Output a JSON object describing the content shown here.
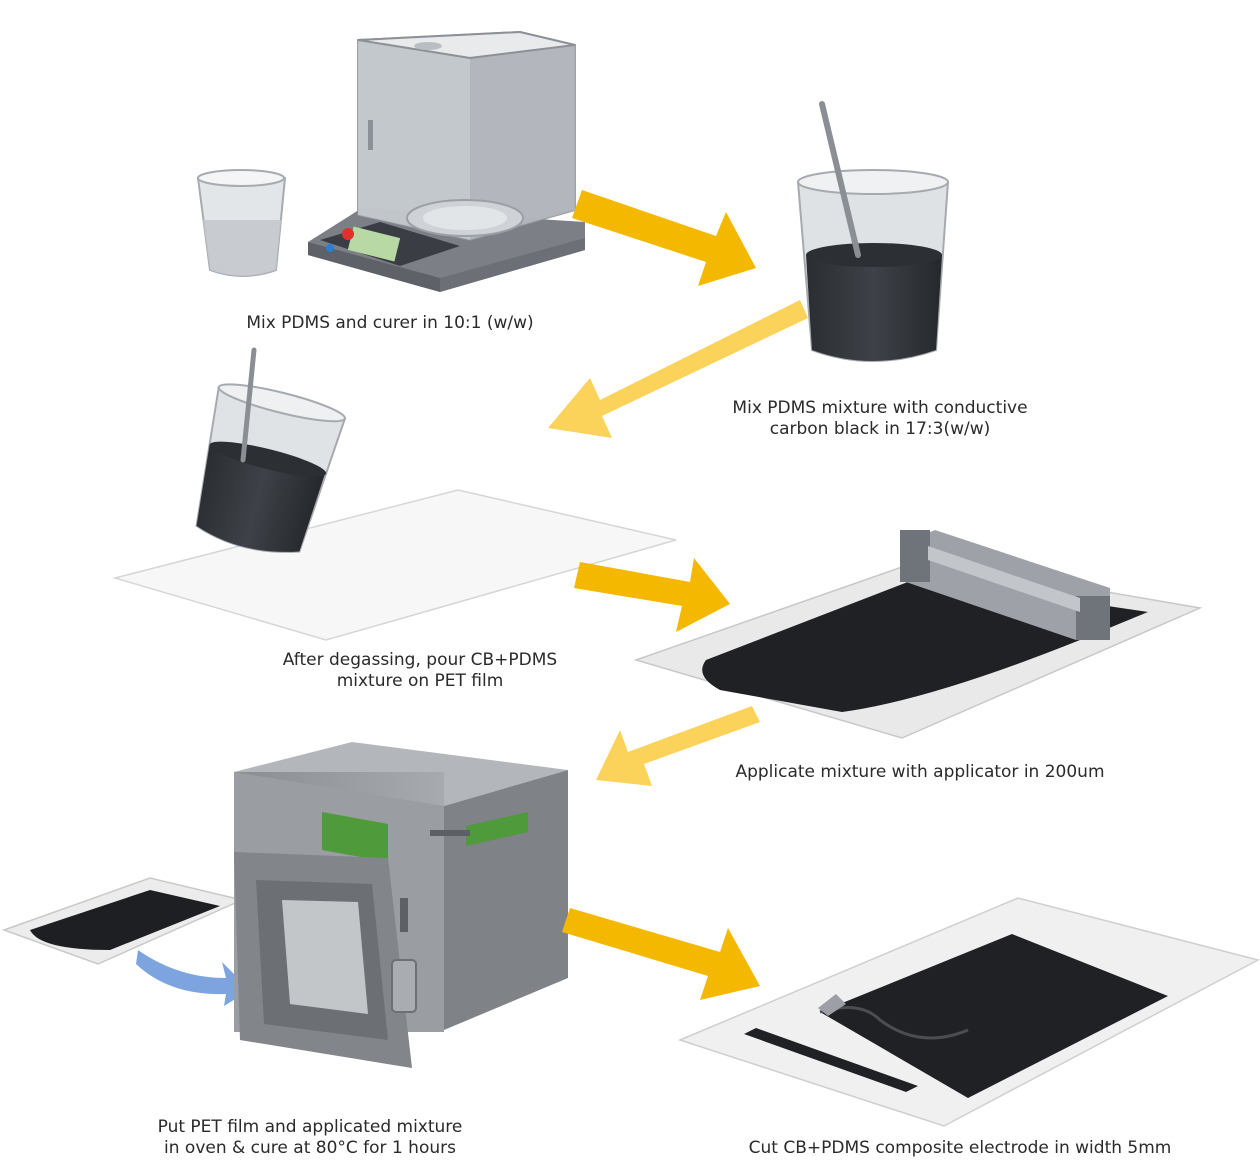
{
  "steps": [
    {
      "id": "step1",
      "lines": [
        "Mix PDMS and curer in 10:1 (w/w)"
      ]
    },
    {
      "id": "step2",
      "lines": [
        "Mix PDMS mixture with conductive",
        "carbon black in 17:3(w/w)"
      ]
    },
    {
      "id": "step3",
      "lines": [
        "After degassing, pour CB+PDMS",
        "mixture on PET film"
      ]
    },
    {
      "id": "step4",
      "lines": [
        "Applicate mixture with applicator in 200um"
      ]
    },
    {
      "id": "step5",
      "lines": [
        "Put PET film and applicated mixture",
        "in oven & cure at 80°C for 1 hours"
      ]
    },
    {
      "id": "step6",
      "lines": [
        "Cut CB+PDMS composite electrode in width 5mm"
      ]
    }
  ],
  "colors": {
    "arrow": "#f5b800",
    "arrow_light": "#fbd25a",
    "blue_arrow": "#7ea4e0",
    "black_film": "#1c1e21",
    "device_gray": "#8e9196",
    "panel_green": "#4f9a3a"
  }
}
